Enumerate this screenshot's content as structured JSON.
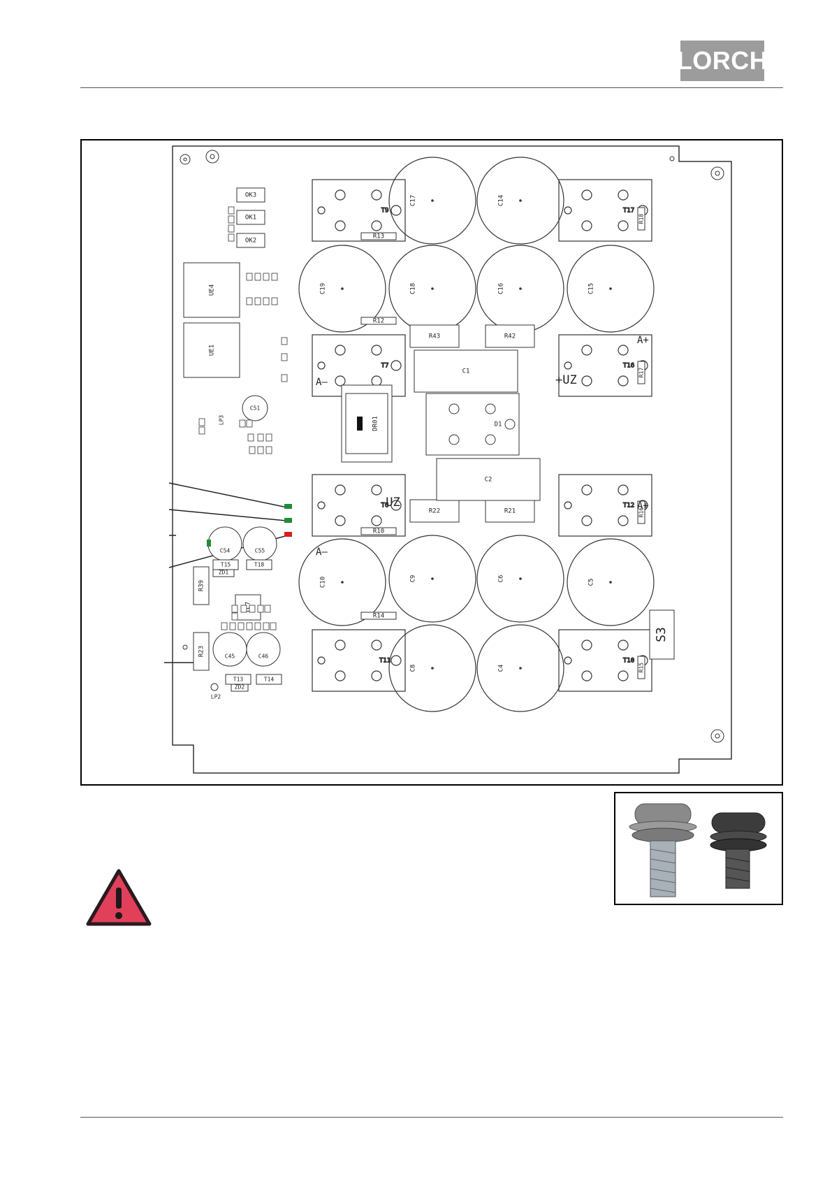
{
  "header": {
    "brand": "LORCH"
  },
  "board": {
    "caps": [
      "C17",
      "C14",
      "C19",
      "C18",
      "C16",
      "C15",
      "C10",
      "C9",
      "C6",
      "C5",
      "C8",
      "C4"
    ],
    "small_caps": [
      "C51",
      "C54",
      "C55",
      "C45",
      "C46"
    ],
    "transistors": [
      "T9",
      "T17",
      "T7",
      "T16",
      "T6",
      "T12",
      "T11",
      "T10",
      "T15",
      "T18",
      "T13",
      "T14"
    ],
    "resistors": [
      "R13",
      "R12",
      "R43",
      "R42",
      "R10",
      "R22",
      "R21",
      "R14",
      "R18",
      "R17",
      "R16",
      "R15",
      "R39",
      "R23"
    ],
    "parts": [
      "C1",
      "C2",
      "D1",
      "DR01",
      "IC7",
      "UE1",
      "UE4",
      "OK3",
      "OK1",
      "OK2",
      "ZD1",
      "ZD2",
      "LP2",
      "LP3",
      "S3"
    ],
    "polarity": [
      "+UZ",
      "-UZ"
    ],
    "leds": [
      "#1e8c3a",
      "#1e8c3a",
      "#d42020"
    ]
  },
  "icons": [
    "warning-icon",
    "screw-photo"
  ]
}
